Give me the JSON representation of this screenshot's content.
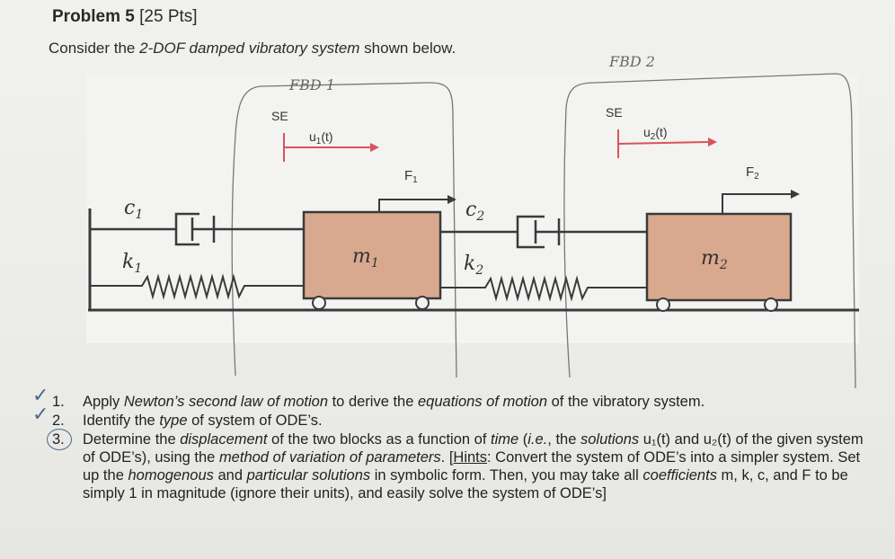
{
  "header": {
    "problem_label": "Problem 5",
    "points": "[25 Pts]"
  },
  "intro": {
    "prefix": "Consider the ",
    "italic": "2-DOF damped vibratory system",
    "suffix": " shown below."
  },
  "diagram": {
    "fbd1_label": "FBD 1",
    "fbd2_label": "FBD 2",
    "se1": "SE",
    "se2": "SE",
    "u1": "u",
    "u1_sub": "1",
    "u1_tail": "(t)",
    "u2": "u",
    "u2_sub": "2",
    "u2_tail": "(t)",
    "f1": "F",
    "f1_sub": "1",
    "f2": "F",
    "f2_sub": "2",
    "c1": "c",
    "c1_sub": "1",
    "k1": "k",
    "k1_sub": "1",
    "c2": "c",
    "c2_sub": "2",
    "k2": "k",
    "k2_sub": "2",
    "m1": "m",
    "m1_sub": "1",
    "m2": "m",
    "m2_sub": "2",
    "colors": {
      "mass_fill": "#d9a98f",
      "arrow_red": "#d9535b",
      "ink": "#3a3a3a",
      "pencil": "#777777"
    }
  },
  "questions": [
    {
      "num": "1.",
      "parts": [
        {
          "t": "Apply ",
          "s": "n"
        },
        {
          "t": "Newton’s second law of motion",
          "s": "i"
        },
        {
          "t": " to derive the ",
          "s": "n"
        },
        {
          "t": "equations of motion",
          "s": "i"
        },
        {
          "t": " of the vibratory system.",
          "s": "n"
        }
      ]
    },
    {
      "num": "2.",
      "parts": [
        {
          "t": "Identify the ",
          "s": "n"
        },
        {
          "t": "type",
          "s": "i"
        },
        {
          "t": " of system of ODE’s.",
          "s": "n"
        }
      ]
    },
    {
      "num": "3.",
      "parts": [
        {
          "t": "Determine the ",
          "s": "n"
        },
        {
          "t": "displacement",
          "s": "i"
        },
        {
          "t": " of the two blocks as a function of ",
          "s": "n"
        },
        {
          "t": "time",
          "s": "i"
        },
        {
          "t": " (",
          "s": "n"
        },
        {
          "t": "i.e.",
          "s": "i"
        },
        {
          "t": ", the ",
          "s": "n"
        },
        {
          "t": "solutions",
          "s": "i"
        },
        {
          "t": " u₁(t) and u₂(t) of the given system of ODE’s), using the ",
          "s": "n"
        },
        {
          "t": "method of variation of parameters",
          "s": "i"
        },
        {
          "t": ". [",
          "s": "n"
        },
        {
          "t": "Hints",
          "s": "u"
        },
        {
          "t": ": Convert the system of ODE’s into a simpler system. Set up the ",
          "s": "n"
        },
        {
          "t": "homogenous",
          "s": "i"
        },
        {
          "t": " and ",
          "s": "n"
        },
        {
          "t": "particular solutions",
          "s": "i"
        },
        {
          "t": " in symbolic form. Then, you may take all ",
          "s": "n"
        },
        {
          "t": "coefficients",
          "s": "i"
        },
        {
          "t": " m, k, c, and F to be simply 1 in magnitude (ignore their units), and easily solve the system of ODE’s]",
          "s": "n"
        }
      ]
    }
  ]
}
